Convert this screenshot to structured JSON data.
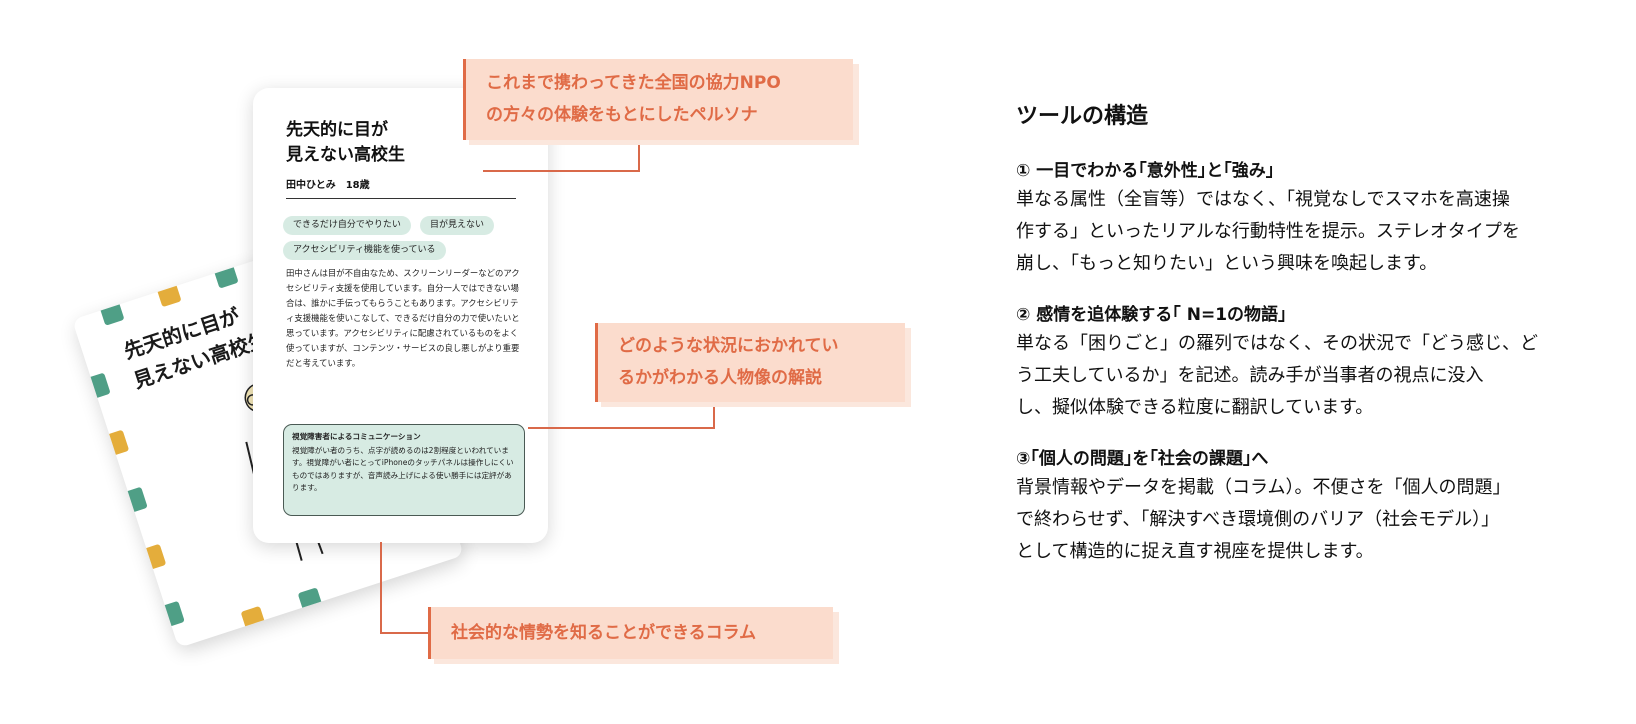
{
  "back_card": {
    "title": "先天的に目が\n見えない高校生"
  },
  "front_card": {
    "title": "先天的に目が\n見えない高校生",
    "name": "田中ひとみ　18歳",
    "tags": [
      "できるだけ自分でやりたい",
      "目が見えない",
      "アクセシビリティ機能を使っている"
    ],
    "body": "田中さんは目が不自由なため、スクリーンリーダーなどのアクセシビリティ支援を使用しています。自分一人ではできない場合は、誰かに手伝ってもらうこともあります。アクセシビリティ支援機能を使いこなして、できるだけ自分の力で使いたいと思っています。アクセシビリティに配慮されているものをよく使っていますが、コンテンツ・サービスの良し悪しがより重要だと考えています。",
    "column_title": "視覚障害者によるコミュニケーション",
    "column_body": "視覚障がい者のうち、点字が読めるのは2割程度といわれています。視覚障がい者にとってiPhoneのタッチパネルは操作しにくいものではありますが、音声読み上げによる使い勝手には定評があります。"
  },
  "callouts": {
    "c1": "これまで携わってきた全国の協力NPO\nの方々の体験をもとにしたペルソナ",
    "c2": "どのような状況におかれてい\nるかがわかる人物像の解説",
    "c3": "社会的な情勢を知ることができるコラム"
  },
  "panel": {
    "title": "ツールの構造",
    "sections": [
      {
        "head": "① 一目でわかる｢意外性｣と｢強み｣",
        "body": "単なる属性（全盲等）ではなく、「視覚なしでスマホを高速操\n作する」といったリアルな行動特性を提示。ステレオタイプを\n崩し、「もっと知りたい」という興味を喚起します。"
      },
      {
        "head": "② 感情を追体験する｢ N=1の物語｣",
        "body": "単なる「困りごと」の羅列ではなく、その状況で「どう感じ、ど\nう工夫しているか」を記述。読み手が当事者の視点に没入\nし、擬似体験できる粒度に翻訳しています。"
      },
      {
        "head": "③｢個人の問題｣を｢社会の課題｣へ",
        "body": "背景情報やデータを掲載（コラム）。不便さを「個人の問題」\nで終わらせず、「解決すべき環境側のバリア（社会モデル）」\nとして構造的に捉え直す視座を提供します。"
      }
    ]
  },
  "colors": {
    "accent": "#e06b46",
    "callout_bg": "#fbdccd",
    "tag_bg": "#d7ebe3",
    "deco_green": "#4f9f86",
    "deco_yellow": "#e4ad3b"
  }
}
